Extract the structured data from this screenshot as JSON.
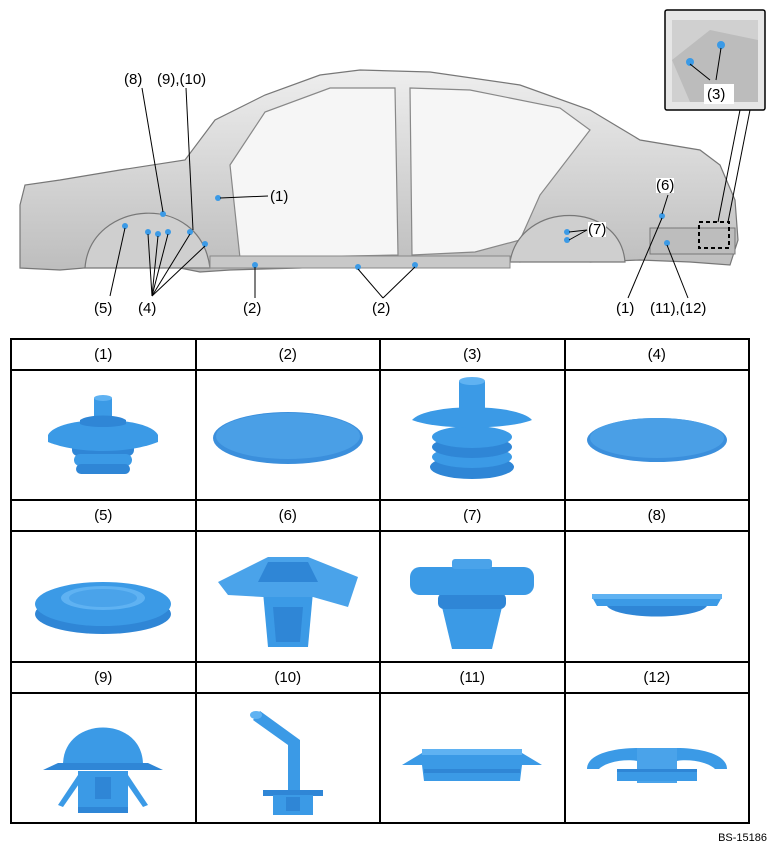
{
  "callouts": {
    "c8": "(8)",
    "c9_10": "(9),(10)",
    "c1_front": "(1)",
    "c5": "(5)",
    "c4": "(4)",
    "c2_front": "(2)",
    "c2_mid": "(2)",
    "c7": "(7)",
    "c6": "(6)",
    "c1_rear": "(1)",
    "c11_12": "(11),(12)",
    "c3": "(3)"
  },
  "parts": [
    {
      "label": "(1)",
      "shape": "stepped-plug"
    },
    {
      "label": "(2)",
      "shape": "flat-oval-plug"
    },
    {
      "label": "(3)",
      "shape": "ribbed-plug"
    },
    {
      "label": "(4)",
      "shape": "flat-oval-plug"
    },
    {
      "label": "(5)",
      "shape": "round-flanged-plug"
    },
    {
      "label": "(6)",
      "shape": "clip-plug"
    },
    {
      "label": "(7)",
      "shape": "capped-plug"
    },
    {
      "label": "(8)",
      "shape": "thin-grommet"
    },
    {
      "label": "(9)",
      "shape": "dome-clip"
    },
    {
      "label": "(10)",
      "shape": "angled-tube-clip"
    },
    {
      "label": "(11)",
      "shape": "flanged-grommet"
    },
    {
      "label": "(12)",
      "shape": "lipped-grommet"
    }
  ],
  "doc_code": "BS-15186",
  "colors": {
    "plug_fill": "#3b9ae6",
    "plug_dark": "#1f76c4",
    "body_gray": "#d9d9d9"
  }
}
